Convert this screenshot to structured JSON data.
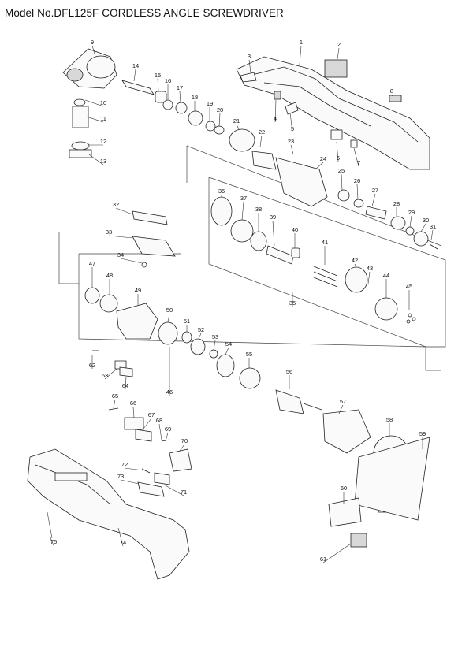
{
  "header": {
    "title": "Model No.DFL125F CORDLESS ANGLE SCREWDRIVER"
  },
  "parts": [
    "1",
    "2",
    "3",
    "4",
    "5",
    "6",
    "7",
    "8",
    "9",
    "10",
    "11",
    "12",
    "13",
    "14",
    "15",
    "16",
    "17",
    "18",
    "19",
    "20",
    "21",
    "22",
    "23",
    "24",
    "25",
    "26",
    "27",
    "28",
    "29",
    "30",
    "31",
    "32",
    "33",
    "34",
    "35",
    "36",
    "37",
    "38",
    "39",
    "40",
    "41",
    "42",
    "43",
    "44",
    "45",
    "46",
    "47",
    "48",
    "49",
    "50",
    "51",
    "52",
    "53",
    "54",
    "55",
    "56",
    "57",
    "58",
    "59",
    "60",
    "61",
    "62",
    "63",
    "64",
    "65",
    "66",
    "67",
    "68",
    "69",
    "70",
    "71",
    "72",
    "73",
    "74",
    "75"
  ]
}
